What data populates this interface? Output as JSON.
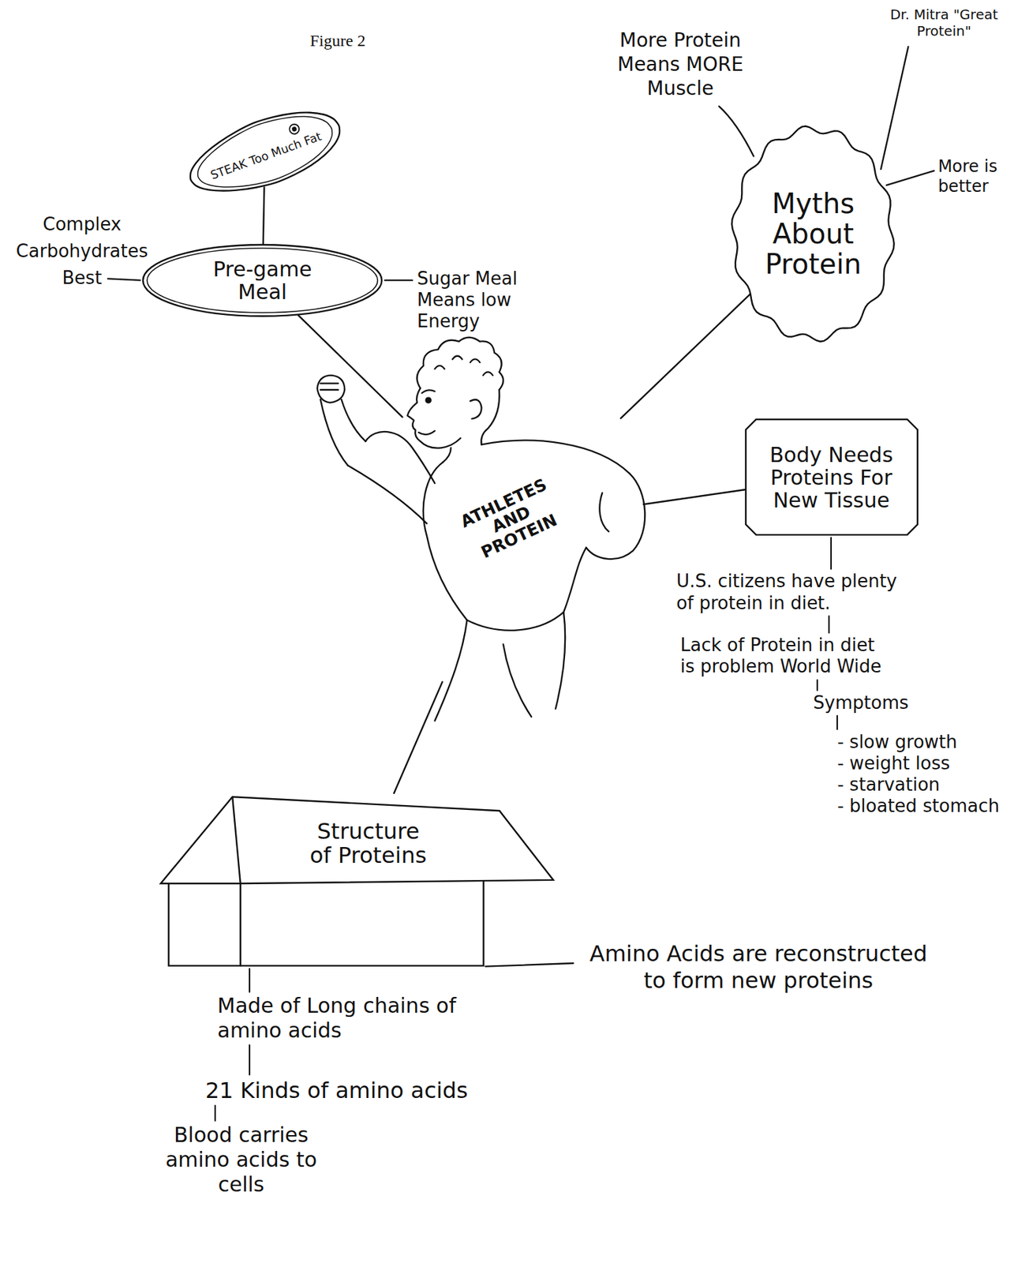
{
  "diagram": {
    "title": "Figure 2",
    "nodes": [
      {
        "text": [
          "STEAK Too Much Fat"
        ]
      },
      {
        "text": [
          "Pre-game Meal"
        ]
      },
      {
        "text": [
          "Myths About Protein"
        ]
      },
      {
        "text": [
          "ATHLETES AND PROTEIN"
        ]
      },
      {
        "text": [
          "Body Needs Proteins For New Tissue"
        ]
      },
      {
        "text": [
          "Structure of Proteins"
        ]
      }
    ],
    "edges": [
      {
        "from": 1,
        "to": 0,
        "arrow": "none"
      },
      {
        "from": 3,
        "to": 1,
        "arrow": "none"
      },
      {
        "from": 3,
        "to": 2,
        "arrow": "none"
      },
      {
        "from": 3,
        "to": 4,
        "arrow": "none"
      },
      {
        "from": 3,
        "to": 5,
        "arrow": "none"
      }
    ],
    "labels": [
      "More Protein Means MORE Muscle",
      "Dr. Mitra \"Great Protein\"",
      "More is better",
      "Complex Carbohydrates Best",
      "Sugar Meal Means low Energy",
      "U.S. citizens have plenty of protein in diet.",
      "Lack of Protein in diet is problem World Wide",
      "Symptoms",
      "- slow growth",
      "- weight loss",
      "- starvation",
      "- bloated stomach",
      "Amino Acids are reconstructed to form new proteins",
      "Made of Long chains of amino acids",
      "21 Kinds of amino acids",
      "Blood carries amino acids to cells"
    ]
  }
}
